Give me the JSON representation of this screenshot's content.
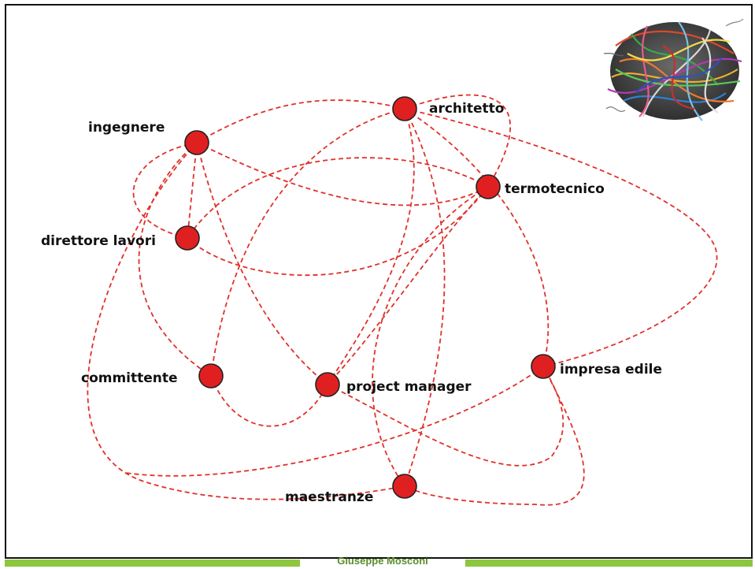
{
  "diagram": {
    "nodes": [
      {
        "id": "architetto",
        "label": "architetto"
      },
      {
        "id": "ingegnere",
        "label": "ingegnere"
      },
      {
        "id": "termotecnico",
        "label": "termotecnico"
      },
      {
        "id": "direttore",
        "label": "direttore lavori"
      },
      {
        "id": "committente",
        "label": "committente"
      },
      {
        "id": "pm",
        "label": "project manager"
      },
      {
        "id": "impresa",
        "label": "impresa edile"
      },
      {
        "id": "maestranze",
        "label": "maestranze"
      }
    ],
    "node_color": "#e02020",
    "edge_color": "#e0312b"
  },
  "image": {
    "icon": "tangled-wires-image"
  },
  "footer": {
    "author": "Giuseppe Mosconi",
    "accent_color": "#8dc63f"
  }
}
